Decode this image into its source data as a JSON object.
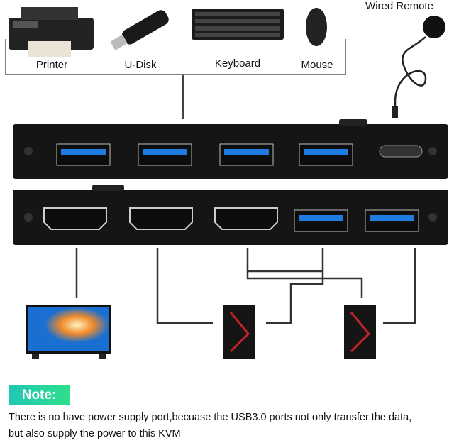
{
  "devices": {
    "printer": "Printer",
    "udisk": "U-Disk",
    "keyboard": "Keyboard",
    "mouse": "Mouse",
    "remote": "Wired Remote"
  },
  "note": {
    "badge": "Note:",
    "line1": "There is no have power supply port,becuase the USB3.0 ports not only transfer the data,",
    "line2": "but also supply the power to this KVM"
  },
  "colors": {
    "usb_blue": "#1e7be0",
    "badge_start": "#21c6b6",
    "badge_end": "#2ee08a",
    "device_body": "#151515"
  }
}
